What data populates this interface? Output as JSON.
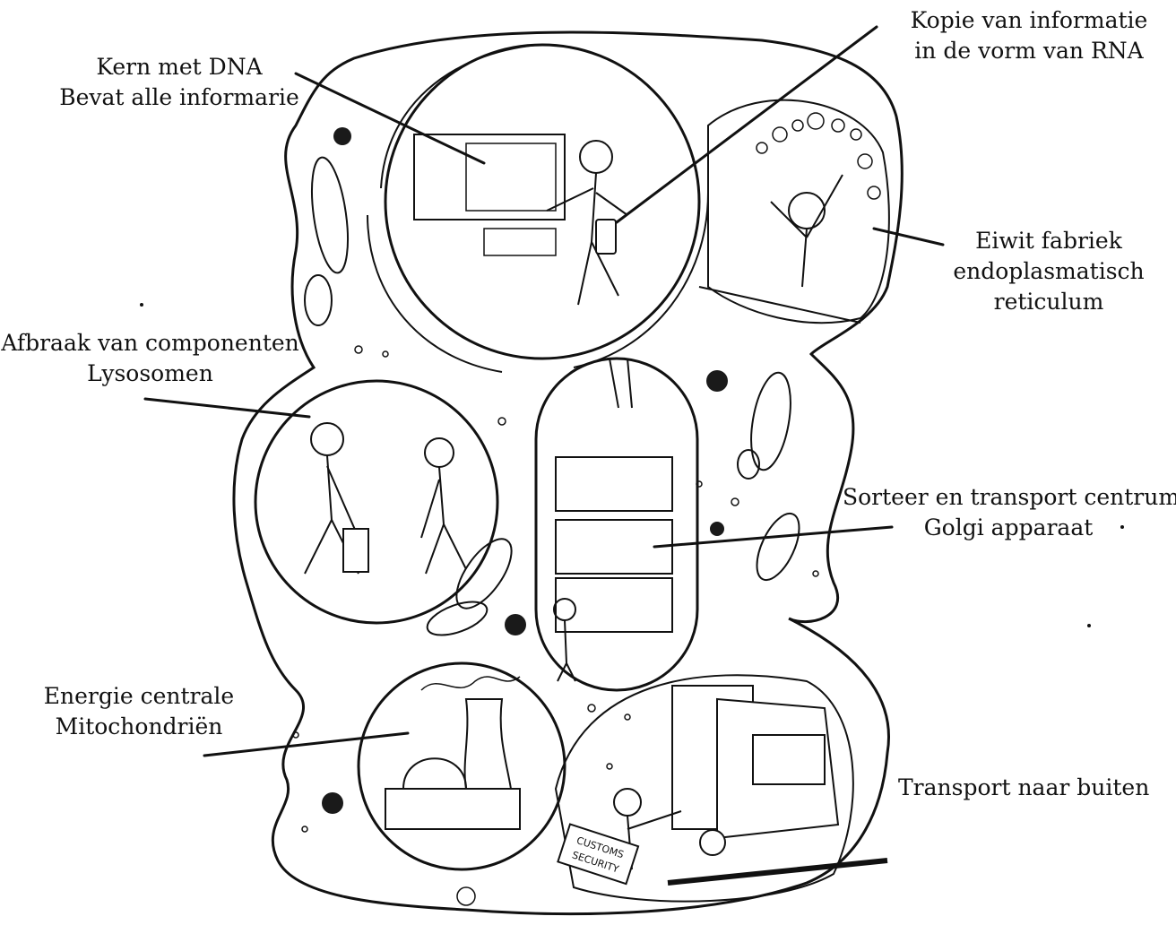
{
  "diagram": {
    "labels": {
      "nucleus": {
        "line1": "Kern met DNA",
        "line2": "Bevat alle informarie"
      },
      "rna": {
        "line1": "Kopie van informatie",
        "line2": "in de vorm van RNA"
      },
      "er": {
        "line1": "Eiwit fabriek",
        "line2": "endoplasmatisch",
        "line3": "reticulum"
      },
      "lysosome": {
        "line1": "Afbraak van componenten",
        "line2": "Lysosomen"
      },
      "golgi": {
        "line1": "Sorteer en transport centrum",
        "line2": "Golgi apparaat"
      },
      "mitochondria": {
        "line1": "Energie centrale",
        "line2": "Mitochondriën"
      },
      "export": {
        "line1": "Transport naar buiten"
      }
    },
    "sketch_text": {
      "customs_sign_1": "CUSTOMS",
      "customs_sign_2": "SECURITY"
    },
    "colors": {
      "ink": "#111111",
      "paper": "#ffffff",
      "organelle_dark": "#1a1a1a"
    }
  }
}
